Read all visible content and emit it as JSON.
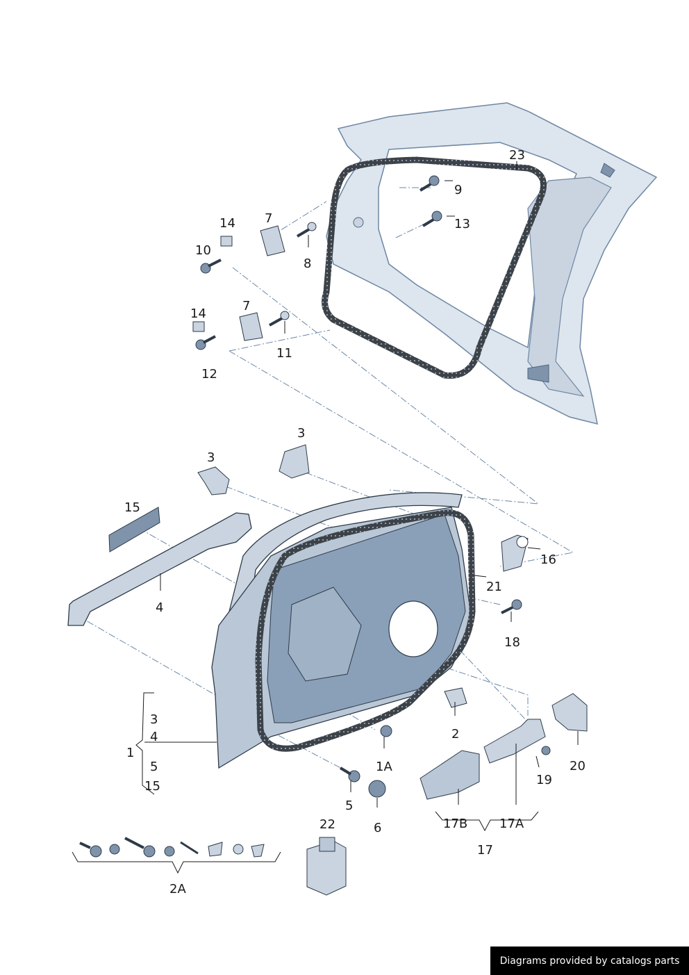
{
  "callouts": {
    "c23": "23",
    "c9": "9",
    "c13": "13",
    "c14a": "14",
    "c7a": "7",
    "c10": "10",
    "c8": "8",
    "c14b": "14",
    "c7b": "7",
    "c11": "11",
    "c12": "12",
    "c3a": "3",
    "c3b": "3",
    "c15": "15",
    "c4": "4",
    "c16": "16",
    "c21": "21",
    "c18": "18",
    "g3": "3",
    "g4": "4",
    "g1": "1",
    "g5": "5",
    "g15": "15",
    "c2": "2",
    "c1A": "1A",
    "c5": "5",
    "c6": "6",
    "c19": "19",
    "c20": "20",
    "c17B": "17B",
    "c17A": "17A",
    "c17": "17",
    "c22": "22",
    "c2A": "2A"
  },
  "footer_text": "Diagrams provided by catalogs parts",
  "colors": {
    "part_fill": "#c9d4e0",
    "part_dark": "#7f93ab",
    "seal": "#2b2f33",
    "line": "#6a87a6"
  }
}
